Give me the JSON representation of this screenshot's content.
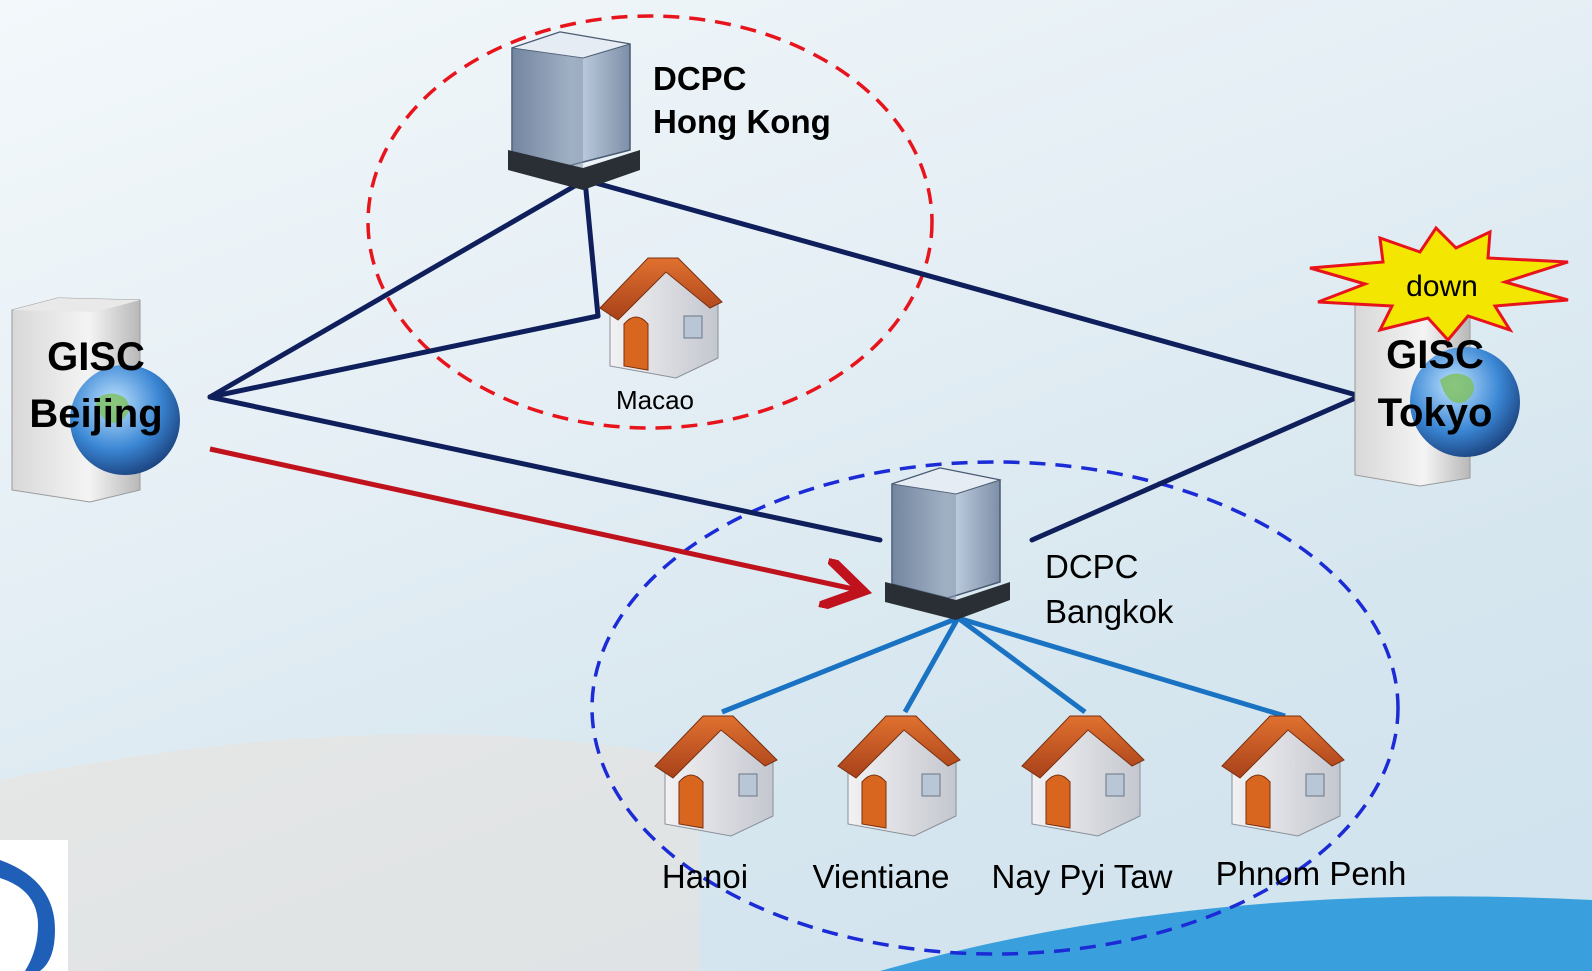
{
  "nodes": {
    "gisc_beijing": {
      "line1": "GISC",
      "line2": "Beijing"
    },
    "gisc_tokyo": {
      "line1": "GISC",
      "line2": "Tokyo",
      "status": "down"
    },
    "dcpc_hong_kong": {
      "line1": "DCPC",
      "line2": "Hong Kong"
    },
    "dcpc_bangkok": {
      "line1": "DCPC",
      "line2": "Bangkok"
    },
    "macao": {
      "label": "Macao"
    },
    "hanoi": {
      "label": "Hanoi"
    },
    "vientiane": {
      "label": "Vientiane"
    },
    "nay_pyi_taw": {
      "label": "Nay Pyi Taw"
    },
    "phnom_penh": {
      "label": "Phnom Penh"
    }
  },
  "colors": {
    "hong_kong_circle": "#e8141c",
    "bangkok_circle": "#1b2bd6",
    "backbone_link": "#0f1f5c",
    "bangkok_link": "#1a73c2",
    "reroute_arrow": "#c0121c",
    "down_burst": "#f3e600",
    "down_burst_outline": "#e8141c"
  }
}
